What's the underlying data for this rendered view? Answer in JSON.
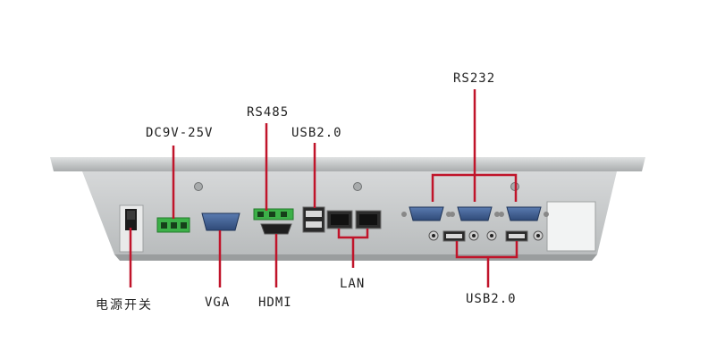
{
  "callouts": {
    "power_switch": "电源开关",
    "dc_input": "DC9V-25V",
    "vga": "VGA",
    "rs485": "RS485",
    "hdmi": "HDMI",
    "usb_top": "USB2.0",
    "lan": "LAN",
    "rs232": "RS232",
    "usb_bottom": "USB2.0"
  },
  "colors": {
    "leader_line": "#c0142a",
    "panel_face": "#c9cbcc",
    "bezel": "#bfc2c3",
    "db9_port": "#3d5a86",
    "vga_port": "#3a5486",
    "terminal_block": "#3cb048",
    "label_text": "#222222"
  }
}
